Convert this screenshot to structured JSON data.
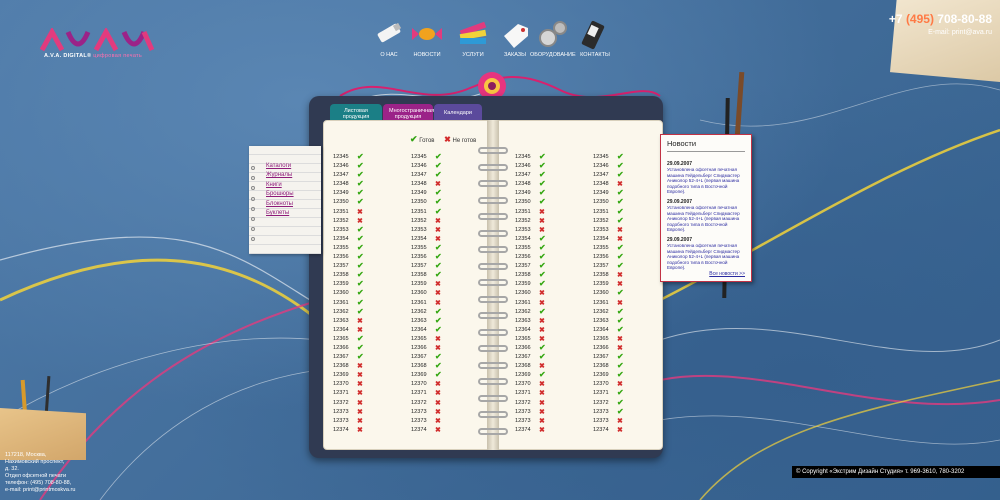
{
  "logo": {
    "brand": "A.V.A. DIGITAL®",
    "tagline": "цифровая печать"
  },
  "nav": {
    "about": "О НАС",
    "news": "НОВОСТИ",
    "services": "УСЛУГИ",
    "orders": "ЗАКАЗЫ",
    "equipment": "ОБОРУДОВАНИЕ",
    "contacts": "КОНТАКТЫ"
  },
  "contact": {
    "phone_prefix": "+7 ",
    "phone_code": "(495)",
    "phone_number": " 708-80-88",
    "email": "E-mail: print@ava.ru"
  },
  "tabs": {
    "sheet": "Листовая продукция",
    "multipage": "Многостраничная продукция",
    "calendars": "Календари"
  },
  "legend": {
    "ready": "Готов",
    "not_ready": "Не готов"
  },
  "status_marks": {
    "ok": "✔",
    "no": "✖"
  },
  "colors": {
    "ok": "#38a815",
    "no": "#d12e2e",
    "link": "#8e1b7a",
    "news_link": "#2a2aa0"
  },
  "orders": [
    {
      "numbers": [
        "12345",
        "12346",
        "12347",
        "12348",
        "12349",
        "12350",
        "12351",
        "12352",
        "12353",
        "12354",
        "12355",
        "12356",
        "12357",
        "12358",
        "12359",
        "12360",
        "12361",
        "12362",
        "12363",
        "12364",
        "12365",
        "12366",
        "12367",
        "12368",
        "12369",
        "12370",
        "12371",
        "12372",
        "12373",
        "12373",
        "12374"
      ],
      "status": [
        "ok",
        "ok",
        "ok",
        "ok",
        "ok",
        "ok",
        "no",
        "no",
        "ok",
        "ok",
        "ok",
        "ok",
        "ok",
        "ok",
        "ok",
        "ok",
        "ok",
        "ok",
        "no",
        "no",
        "ok",
        "ok",
        "ok",
        "no",
        "no",
        "no",
        "no",
        "no",
        "no",
        "no",
        "no"
      ]
    },
    {
      "numbers": [
        "12345",
        "12346",
        "12347",
        "12348",
        "12349",
        "12350",
        "12351",
        "12352",
        "12353",
        "12354",
        "12355",
        "12356",
        "12357",
        "12358",
        "12359",
        "12360",
        "12361",
        "12362",
        "12363",
        "12364",
        "12365",
        "12366",
        "12367",
        "12368",
        "12369",
        "12370",
        "12371",
        "12372",
        "12373",
        "12373",
        "12374"
      ],
      "status": [
        "ok",
        "ok",
        "ok",
        "no",
        "ok",
        "ok",
        "ok",
        "no",
        "no",
        "no",
        "ok",
        "ok",
        "ok",
        "ok",
        "no",
        "no",
        "no",
        "ok",
        "ok",
        "ok",
        "no",
        "no",
        "ok",
        "ok",
        "ok",
        "no",
        "no",
        "no",
        "no",
        "no",
        "no"
      ]
    },
    {
      "numbers": [
        "12345",
        "12346",
        "12347",
        "12348",
        "12349",
        "12350",
        "12351",
        "12352",
        "12353",
        "12354",
        "12355",
        "12356",
        "12357",
        "12358",
        "12359",
        "12360",
        "12361",
        "12362",
        "12363",
        "12364",
        "12365",
        "12366",
        "12367",
        "12368",
        "12369",
        "12370",
        "12371",
        "12372",
        "12373",
        "12373",
        "12374"
      ],
      "status": [
        "ok",
        "ok",
        "ok",
        "ok",
        "ok",
        "ok",
        "no",
        "no",
        "no",
        "ok",
        "ok",
        "ok",
        "ok",
        "ok",
        "ok",
        "no",
        "no",
        "ok",
        "no",
        "no",
        "no",
        "ok",
        "ok",
        "no",
        "ok",
        "no",
        "no",
        "no",
        "no",
        "no",
        "no"
      ]
    },
    {
      "numbers": [
        "12345",
        "12346",
        "12347",
        "12348",
        "12349",
        "12350",
        "12351",
        "12352",
        "12353",
        "12354",
        "12355",
        "12356",
        "12357",
        "12358",
        "12359",
        "12360",
        "12361",
        "12362",
        "12363",
        "12364",
        "12365",
        "12366",
        "12367",
        "12368",
        "12369",
        "12370",
        "12371",
        "12372",
        "12373",
        "12373",
        "12374"
      ],
      "status": [
        "ok",
        "ok",
        "ok",
        "no",
        "ok",
        "ok",
        "ok",
        "ok",
        "no",
        "no",
        "ok",
        "ok",
        "ok",
        "no",
        "no",
        "ok",
        "no",
        "ok",
        "ok",
        "ok",
        "no",
        "no",
        "ok",
        "ok",
        "ok",
        "no",
        "ok",
        "ok",
        "ok",
        "no",
        "no"
      ]
    }
  ],
  "sidebar": {
    "items": [
      "Каталоги",
      "Журналы",
      "Книги",
      "Брошюры",
      "Блокноты",
      "Буклеты"
    ]
  },
  "news": {
    "title": "Новости",
    "items": [
      {
        "date": "29.09.2007",
        "text": "Установлена офсетная печатная машина Гейдельберг Спидмастер Аниколор 52-4+L (первая машина подобного типа в Восточной Европе)."
      },
      {
        "date": "29.09.2007",
        "text": "Установлена офсетная печатная машина Гейдельберг Спидмастер Аниколор 52-4+L (первая машина подобного типа в Восточной Европе)."
      },
      {
        "date": "29.09.2007",
        "text": "Установлена офсетная печатная машина Гейдельберг Спидмастер Аниколор 52-4+L (первая машина подобного типа в Восточной Европе)."
      }
    ],
    "more": "Все новости >>"
  },
  "address": {
    "line1": "117218, Москва,",
    "line2": "Нахимовский проспект,",
    "line3": "д. 32.",
    "line4": "Отдел офсетной печати",
    "line5": "телефон: (495) 708-80-88,",
    "line6": "e-mail: print@printmoskva.ru"
  },
  "copyright": "© Copyright «Экстрим Дизайн Студия» т. 969-3610, 780-3202"
}
